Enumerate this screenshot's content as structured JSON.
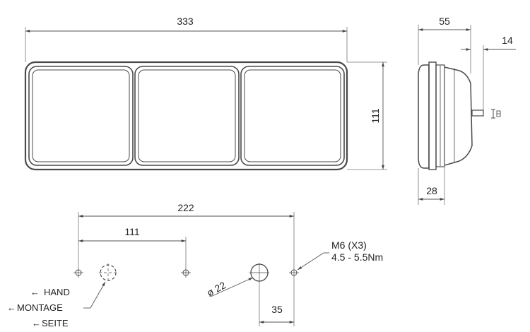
{
  "front_view": {
    "width_label": "333",
    "height_label": "111"
  },
  "side_view": {
    "depth_label": "55",
    "connector_label": "14",
    "base_label": "28"
  },
  "mounting_view": {
    "outer_spacing_label": "222",
    "inner_spacing_label": "111",
    "hole_diameter_label": "ø 22",
    "offset_label": "35",
    "thread_label": "M6 (X3)",
    "torque_label": "4.5 - 5.5Nm",
    "side_label_lines": [
      "HAND",
      "MONTAGE",
      "SEITE"
    ]
  },
  "colors": {
    "line": "#4a4a4a",
    "text": "#222222",
    "background": "#ffffff"
  }
}
